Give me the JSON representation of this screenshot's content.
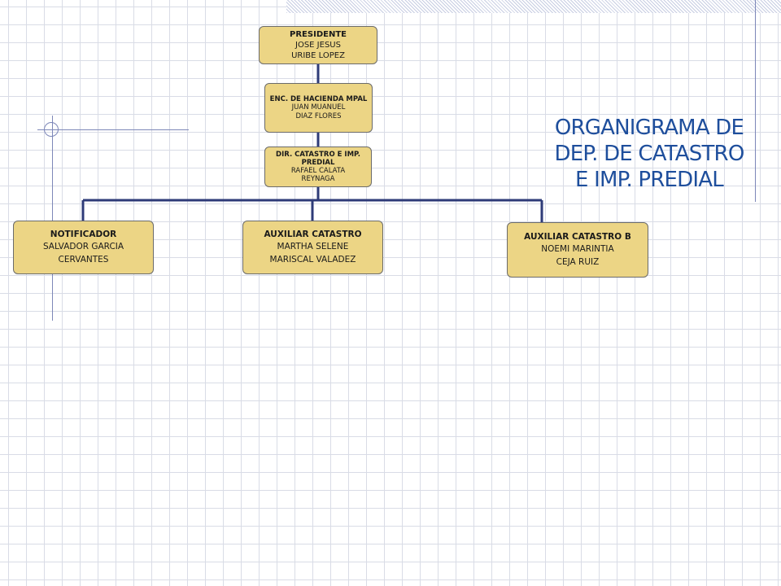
{
  "title": {
    "line1": "ORGANIGRAMA DE",
    "line2": "DEP. DE CATASTRO",
    "line3": "E IMP. PREDIAL"
  },
  "nodes": {
    "presidente": {
      "role": "PRESIDENTE",
      "line1": "JOSE JESUS",
      "line2": "URIBE LOPEZ"
    },
    "hacienda": {
      "role": "ENC. DE HACIENDA MPAL",
      "line1": "JUAN MUANUEL",
      "line2": "DIAZ FLORES"
    },
    "director": {
      "role": "DIR. CATASTRO E IMP. PREDIAL",
      "line1": "RAFAEL CALATA",
      "line2": "REYNAGA"
    },
    "notificador": {
      "role": "NOTIFICADOR",
      "line1": "SALVADOR GARCIA",
      "line2": "CERVANTES"
    },
    "auxiliar": {
      "role": "AUXILIAR CATASTRO",
      "line1": "MARTHA SELENE",
      "line2": "MARISCAL VALADEZ"
    },
    "auxiliar_b": {
      "role": "AUXILIAR CATASTRO B",
      "line1": "NOEMI MARINTIA",
      "line2": "CEJA RUIZ"
    }
  },
  "colors": {
    "box_fill": "#ecd585",
    "connector": "#2e3b78",
    "title": "#1e4e9c"
  }
}
